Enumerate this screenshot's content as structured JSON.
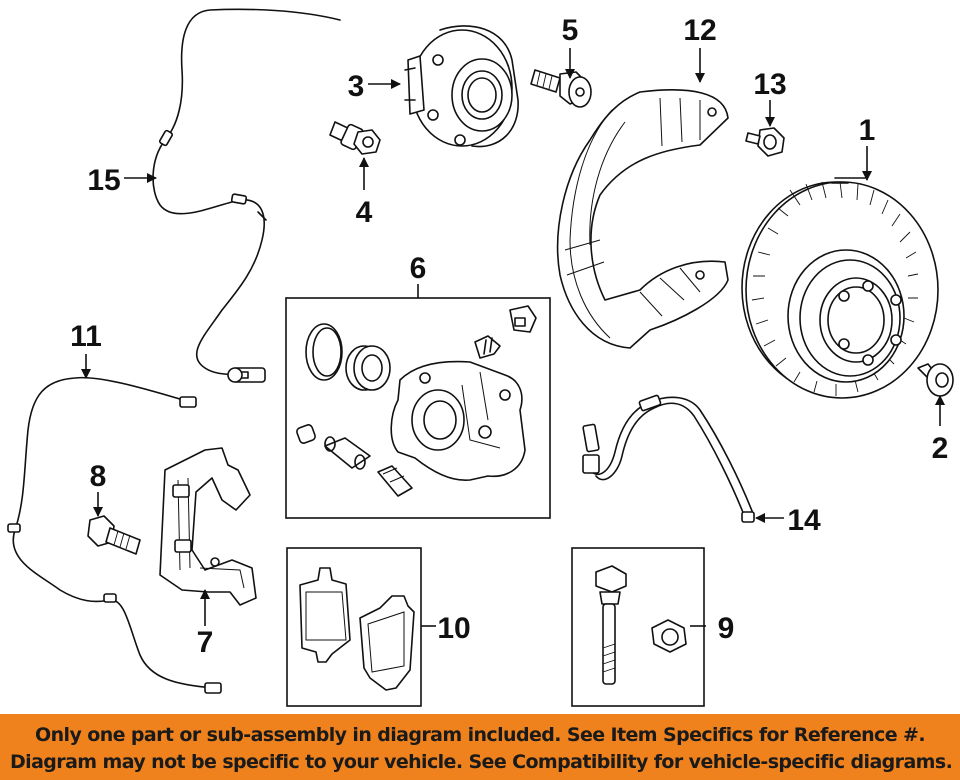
{
  "callouts": {
    "c1": "1",
    "c2": "2",
    "c3": "3",
    "c4": "4",
    "c5": "5",
    "c6": "6",
    "c7": "7",
    "c8": "8",
    "c9": "9",
    "c10": "10",
    "c11": "11",
    "c12": "12",
    "c13": "13",
    "c14": "14",
    "c15": "15"
  },
  "footer": {
    "line1": "Only one part or sub-assembly in diagram included. See Item Specifics for Reference #.",
    "line2": "Diagram may not be specific to your vehicle. See Compatibility for vehicle-specific diagrams."
  },
  "colors": {
    "banner": "#f0821e",
    "ink": "#111111",
    "background": "#ffffff"
  }
}
